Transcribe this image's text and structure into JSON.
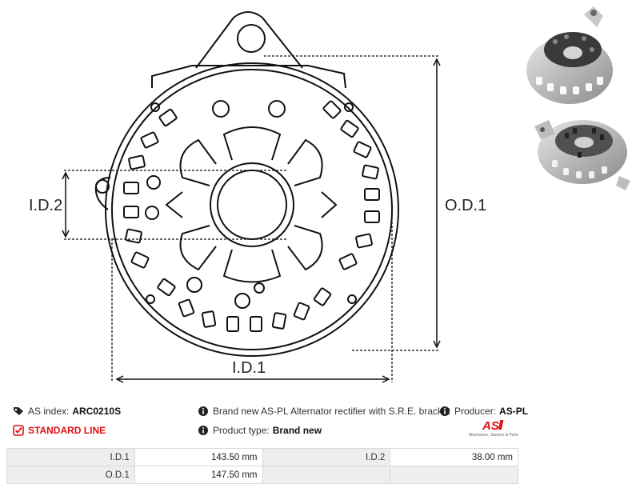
{
  "drawing": {
    "dim_id1": "I.D.1",
    "dim_id2": "I.D.2",
    "dim_od1": "O.D.1"
  },
  "info": {
    "as_index_label": "AS index:",
    "as_index_value": "ARC0210S",
    "standard_line": "STANDARD LINE",
    "description": "Brand new AS-PL Alternator rectifier with S.R.E. bracket",
    "product_type_label": "Product type:",
    "product_type_value": "Brand new",
    "producer_label": "Producer:",
    "producer_value": "AS-PL"
  },
  "logo": {
    "mark": "AS",
    "subtitle": "Alternators, Starters & Parts"
  },
  "specs": [
    {
      "k1": "I.D.1",
      "v1": "143.50 mm",
      "k2": "I.D.2",
      "v2": "38.00 mm"
    },
    {
      "k1": "O.D.1",
      "v1": "147.50 mm",
      "k2": "",
      "v2": ""
    }
  ],
  "colors": {
    "accent_red": "#dd1111",
    "line": "#111111",
    "table_label_bg": "#eeeeee"
  }
}
